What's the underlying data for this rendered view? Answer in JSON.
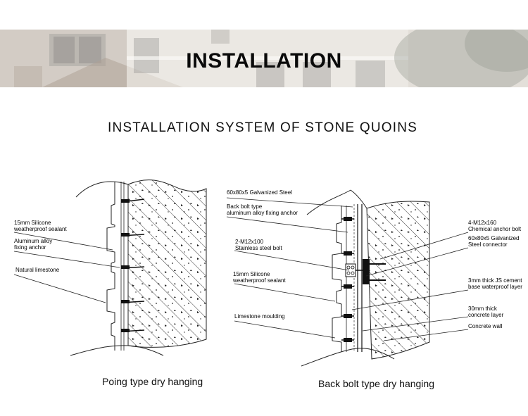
{
  "banner": {
    "title": "INSTALLATION"
  },
  "section": {
    "title": "INSTALLATION SYSTEM OF STONE QUOINS"
  },
  "left_diagram": {
    "caption": "Poing type dry hanging",
    "labels": [
      {
        "lines": [
          "15mm Silicone",
          "weatherproof sealant"
        ]
      },
      {
        "lines": [
          "Aluminum alloy",
          "fixing anchor"
        ]
      },
      {
        "lines": [
          "Natural limestone"
        ]
      }
    ]
  },
  "right_diagram": {
    "caption": "Back bolt type dry hanging",
    "left_labels": [
      {
        "lines": [
          "60x80x5 Galvanized Steel"
        ]
      },
      {
        "lines": [
          "Back bolt type",
          "aluminum alloy fixing anchor"
        ]
      },
      {
        "lines": [
          "2-M12x100",
          "Stainless steel bolt"
        ]
      },
      {
        "lines": [
          "15mm Silicone",
          "weatherproof sealant"
        ]
      },
      {
        "lines": [
          "Limestone moulding"
        ]
      }
    ],
    "right_labels": [
      {
        "lines": [
          "4-M12x160",
          "Chemical anchor bolt"
        ]
      },
      {
        "lines": [
          "60x80x5 Galvanized",
          "Steel connector"
        ]
      },
      {
        "lines": [
          "3mm thick JS cement",
          "base waterproof layer"
        ]
      },
      {
        "lines": [
          "30mm thick",
          "concrete layer"
        ]
      },
      {
        "lines": [
          "Concrete wall"
        ]
      }
    ]
  }
}
